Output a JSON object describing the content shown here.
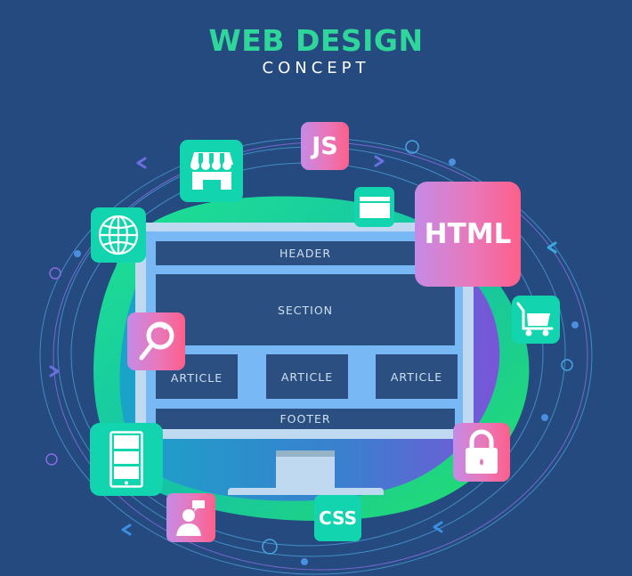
{
  "header": {
    "title": "WEB DESIGN",
    "subtitle": "CONCEPT"
  },
  "monitor": {
    "blocks": {
      "header": "HEADER",
      "section": "SECTION",
      "articles": [
        "ARTICLE",
        "ARTICLE",
        "ARTICLE"
      ],
      "footer": "FOOTER"
    }
  },
  "tiles": {
    "js": "JS",
    "html": "HTML",
    "css": "CSS",
    "icons": [
      "shop-icon",
      "globe-icon",
      "browser-window-icon",
      "search-icon",
      "mobile-layout-icon",
      "user-chat-icon",
      "cart-icon",
      "lock-icon"
    ]
  },
  "colors": {
    "background": "#254a80",
    "title": "#2fd69a",
    "teal_tile": "#12d5b0",
    "pink_gradient_start": "#c58be6",
    "pink_gradient_end": "#fd5f8a",
    "screen_blue": "#78b8f4",
    "screen_block": "#2b4f80",
    "monitor_frame": "#bfdaf0"
  }
}
